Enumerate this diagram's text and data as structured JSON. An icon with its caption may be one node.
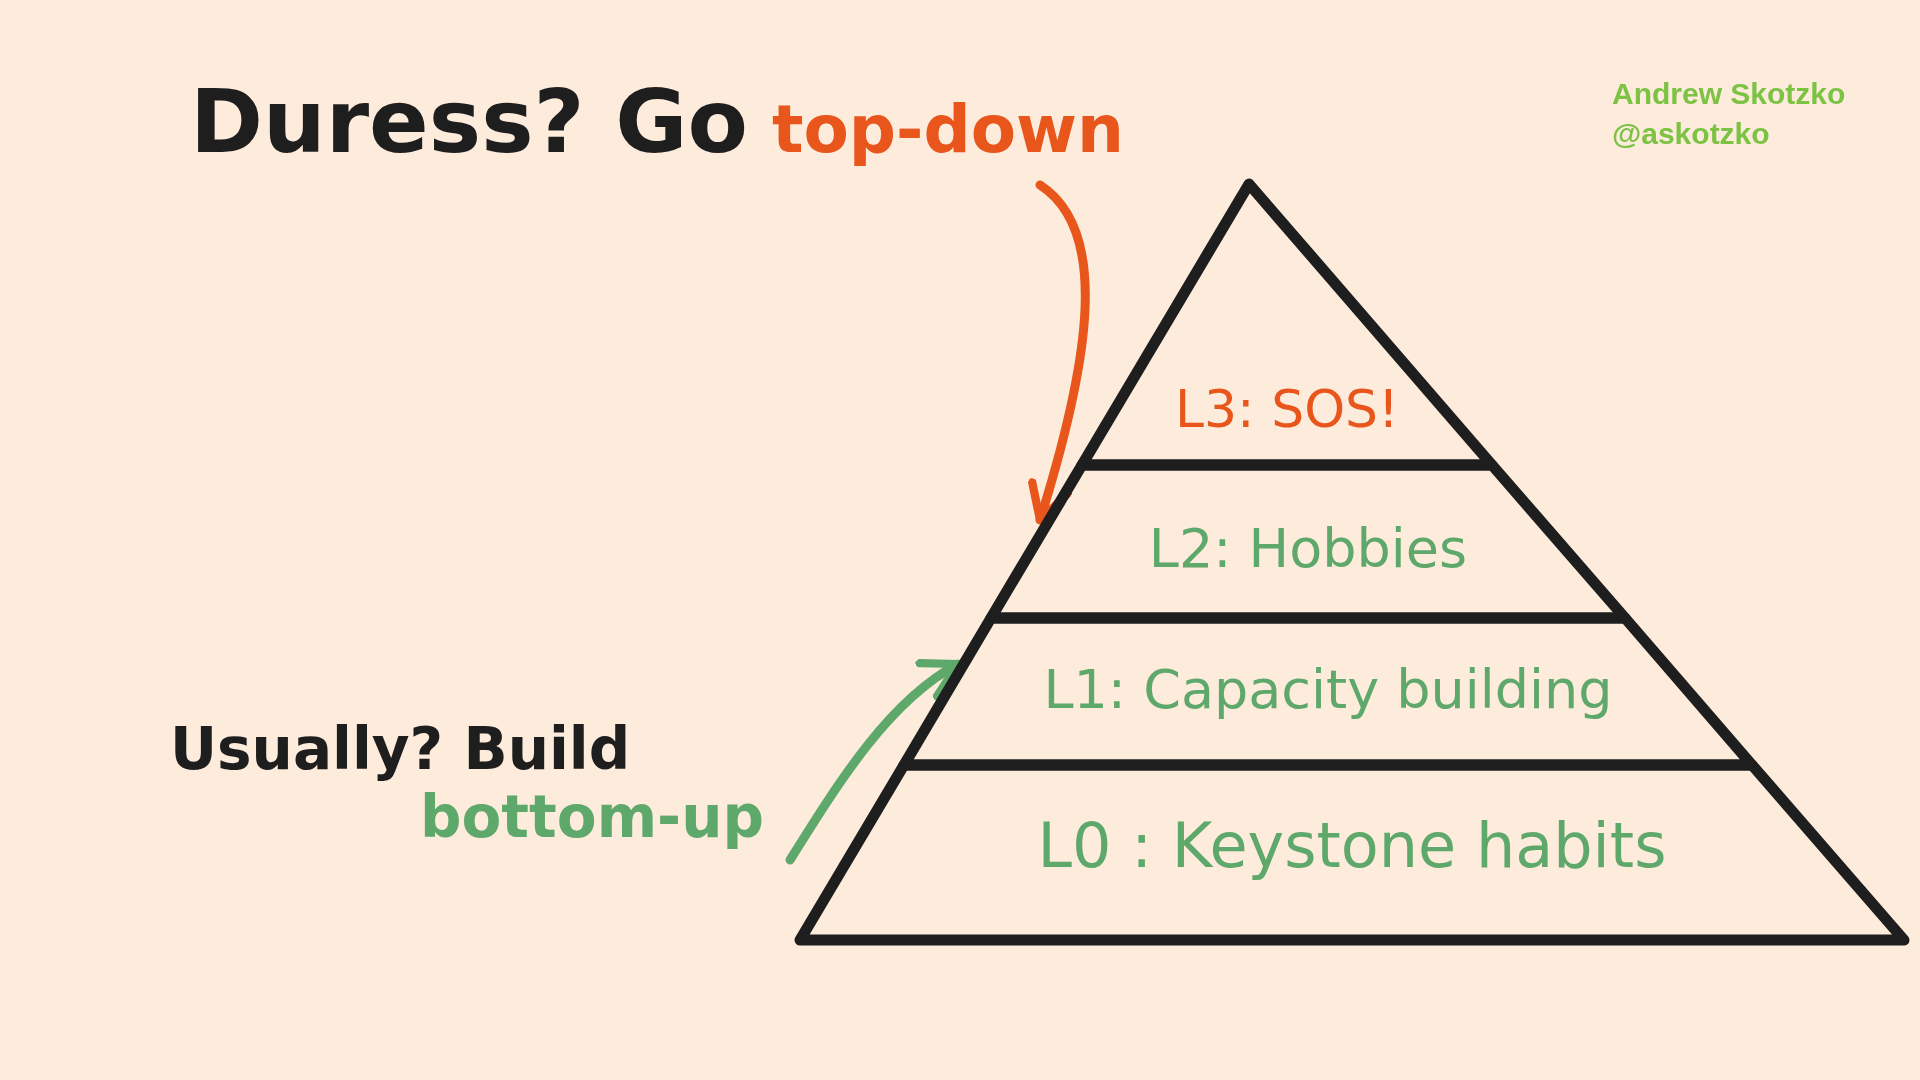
{
  "diagram": {
    "nodes": [
      {
        "text": [
          "Duress? Go",
          "top-down"
        ]
      },
      {
        "text": [
          "Usually? Build",
          "bottom-up"
        ]
      },
      {
        "text": [
          "L3: SOS!"
        ]
      },
      {
        "text": [
          "L2: Hobbies"
        ]
      },
      {
        "text": [
          "L1: Capacity building"
        ]
      },
      {
        "text": [
          "L0 : Keystone habits"
        ]
      }
    ],
    "edges": [
      {
        "from": 0,
        "to": 3,
        "arrow": "to",
        "color": "#e8561c"
      },
      {
        "from": 1,
        "to": 4,
        "arrow": "to",
        "color": "#5fa86b"
      }
    ],
    "labels": [
      "Andrew Skotzko",
      "@askotzko"
    ]
  }
}
